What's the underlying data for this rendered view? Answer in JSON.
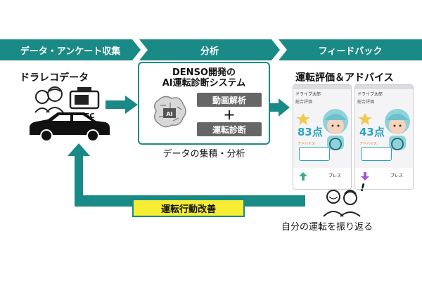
{
  "banners": {
    "collect": "データ・アンケート収集",
    "analyze": "分析",
    "feedback": "フィードバック"
  },
  "left": {
    "title": "ドラレコデータ",
    "rec": "●REC"
  },
  "system": {
    "title_line1": "DENSO開発の",
    "title_line2": "AI運転診断システム",
    "chip_label": "AI",
    "video_analysis": "動画解析",
    "plus": "＋",
    "driving_diagnosis": "運転診断",
    "caption": "データの集積・分析"
  },
  "feedback": {
    "title": "運転評価＆アドバイス",
    "phone1": {
      "header": "ドライブ太郎",
      "label": "総合評価",
      "score": "83点",
      "advice": "アドバイス",
      "bottom": "プレス"
    },
    "phone2": {
      "header": "ドライブ太郎",
      "label": "総合評価",
      "score": "43点",
      "advice": "アドバイス",
      "bottom": "プレス"
    }
  },
  "loop": {
    "improve": "運転行動改善",
    "reflect": "自分の運転を振り返る",
    "exclaim": "!"
  },
  "colors": {
    "teal": "#1a8a86",
    "yellow": "#f7ee33",
    "gray_button": "#666666"
  }
}
